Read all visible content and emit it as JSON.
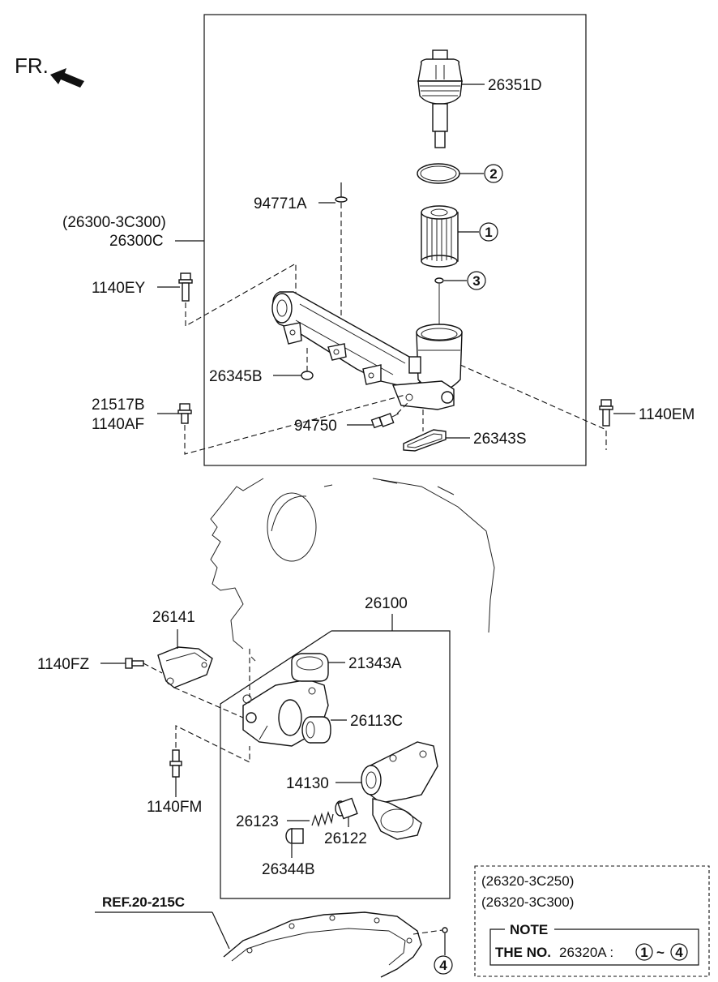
{
  "orientation": {
    "label": "FR.",
    "icon": "front-arrow-icon"
  },
  "upper_box": {
    "ref_alt": "(26300-3C300)",
    "ref_main": "26300C"
  },
  "parts": {
    "p26351D": "26351D",
    "p94771A": "94771A",
    "p1140EY": "1140EY",
    "p26345B": "26345B",
    "p21517B": "21517B",
    "p1140AF": "1140AF",
    "p94750": "94750",
    "p26343S": "26343S",
    "p1140EM": "1140EM",
    "p26100": "26100",
    "p26141": "26141",
    "p1140FZ": "1140FZ",
    "p21343A": "21343A",
    "p26113C": "26113C",
    "p14130": "14130",
    "p1140FM": "1140FM",
    "p26123": "26123",
    "p26122": "26122",
    "p26344B": "26344B"
  },
  "callouts": {
    "c1": "1",
    "c2": "2",
    "c3": "3",
    "c4": "4"
  },
  "reference": {
    "label": "REF.20-215C"
  },
  "note_box": {
    "line1": "(26320-3C250)",
    "line2": "(26320-3C300)",
    "title": "NOTE",
    "text_prefix": "THE NO.",
    "text_part": "26320A :",
    "range_start": "1",
    "range_sep": "~",
    "range_end": "4"
  }
}
